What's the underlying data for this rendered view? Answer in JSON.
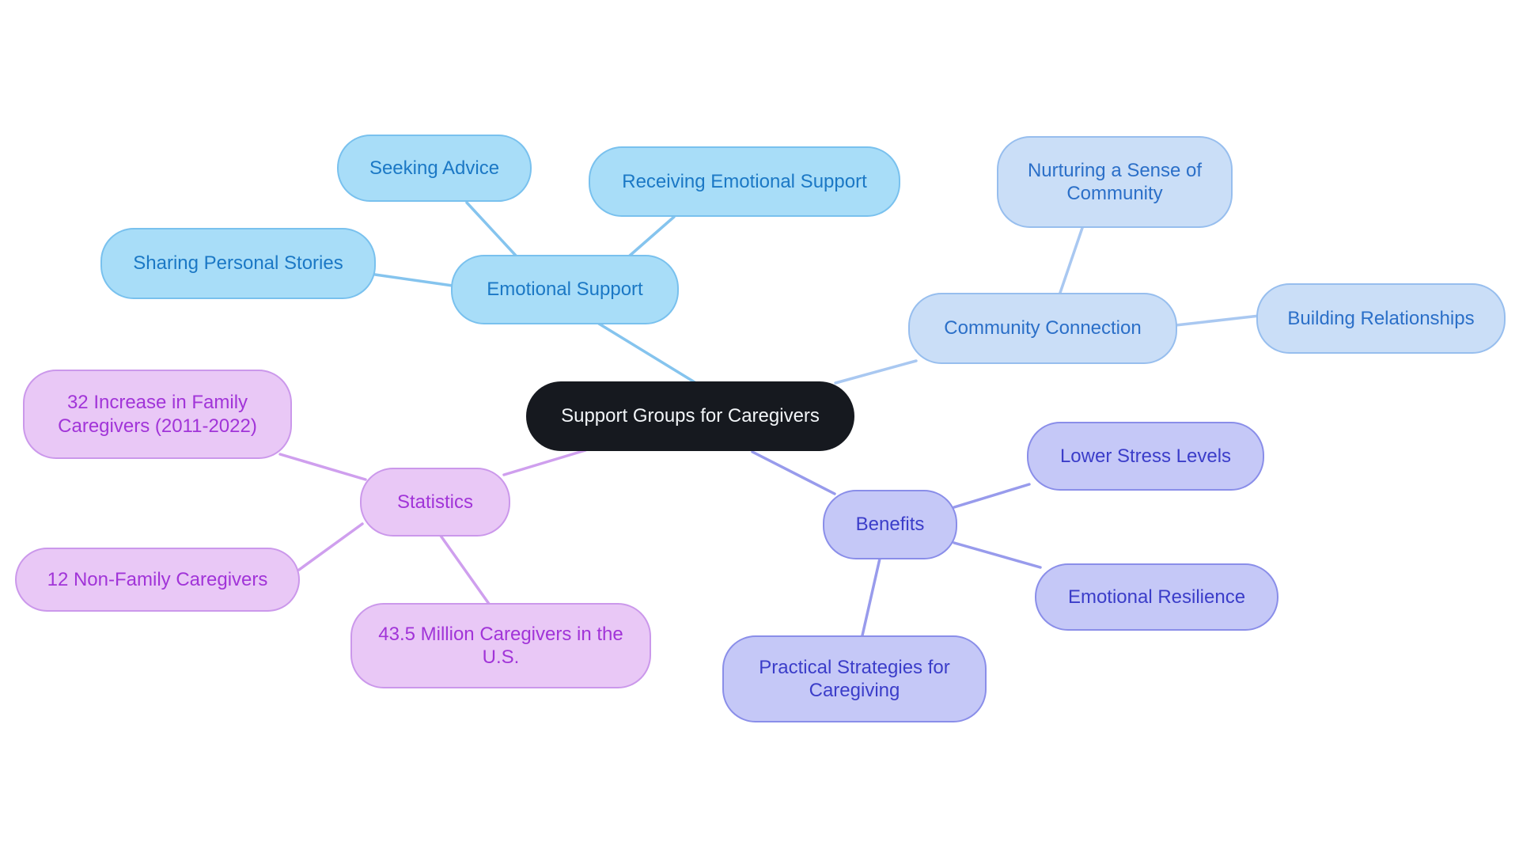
{
  "mindmap": {
    "central": {
      "label": "Support Groups for Caregivers",
      "fill": "#16191F",
      "text_color": "#F2F5F8"
    },
    "branches": [
      {
        "id": "emotional-support",
        "label": "Emotional Support",
        "fill": "#A8DDF8",
        "border": "#79C1EE",
        "text_color": "#1B78C5",
        "line_color": "#85C4EE",
        "children": [
          {
            "label": "Seeking Advice"
          },
          {
            "label": "Receiving Emotional Support"
          },
          {
            "label": "Sharing Personal Stories"
          }
        ]
      },
      {
        "id": "community-connection",
        "label": "Community Connection",
        "fill": "#CADEF7",
        "border": "#97BEEE",
        "text_color": "#2B6FC8",
        "line_color": "#A9C8F1",
        "children": [
          {
            "label": "Nurturing a Sense of Community"
          },
          {
            "label": "Building Relationships"
          }
        ]
      },
      {
        "id": "statistics",
        "label": "Statistics",
        "fill": "#E9C8F6",
        "border": "#CB98EB",
        "text_color": "#A134D8",
        "line_color": "#CF9FEE",
        "children": [
          {
            "label": "32 Increase in Family Caregivers (2011-2022)"
          },
          {
            "label": "12 Non-Family Caregivers"
          },
          {
            "label": "43.5 Million Caregivers in the U.S."
          }
        ]
      },
      {
        "id": "benefits",
        "label": "Benefits",
        "fill": "#C5C8F7",
        "border": "#8A8EE9",
        "text_color": "#3B3DC9",
        "line_color": "#989BEC",
        "children": [
          {
            "label": "Lower Stress Levels"
          },
          {
            "label": "Emotional Resilience"
          },
          {
            "label": "Practical Strategies for Caregiving"
          }
        ]
      }
    ]
  }
}
